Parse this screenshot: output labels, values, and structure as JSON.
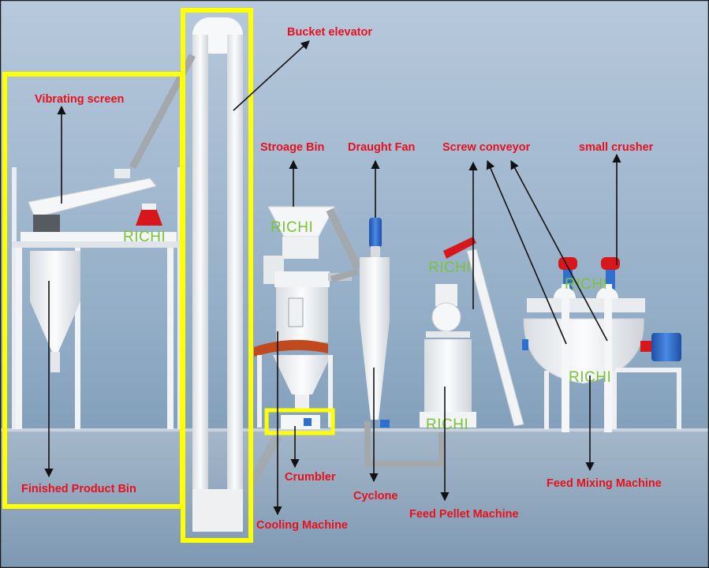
{
  "colors": {
    "label": "#e8101c",
    "highlight": "#ffff00",
    "brand": "#7bc43a",
    "machine": "#eef1f3",
    "motor": "#2f6fd0",
    "accent_red": "#e01818",
    "belt": "#c0471b",
    "pipe": "#a9aeb3",
    "arrow": "#111111"
  },
  "brand_mark": "RICHI",
  "labels": {
    "bucket_elevator": "Bucket elevator",
    "vibrating_screen": "Vibrating screen",
    "storage_bin": "Stroage Bin",
    "draught_fan": "Draught Fan",
    "screw_conveyor": "Screw conveyor",
    "small_crusher": "small crusher",
    "finished_product_bin": "Finished Product Bin",
    "crumbler": "Crumbler",
    "cyclone": "Cyclone",
    "cooling_machine": "Cooling Machine",
    "feed_pellet_machine": "Feed Pellet Machine",
    "feed_mixing_machine": "Feed Mixing Machine"
  }
}
